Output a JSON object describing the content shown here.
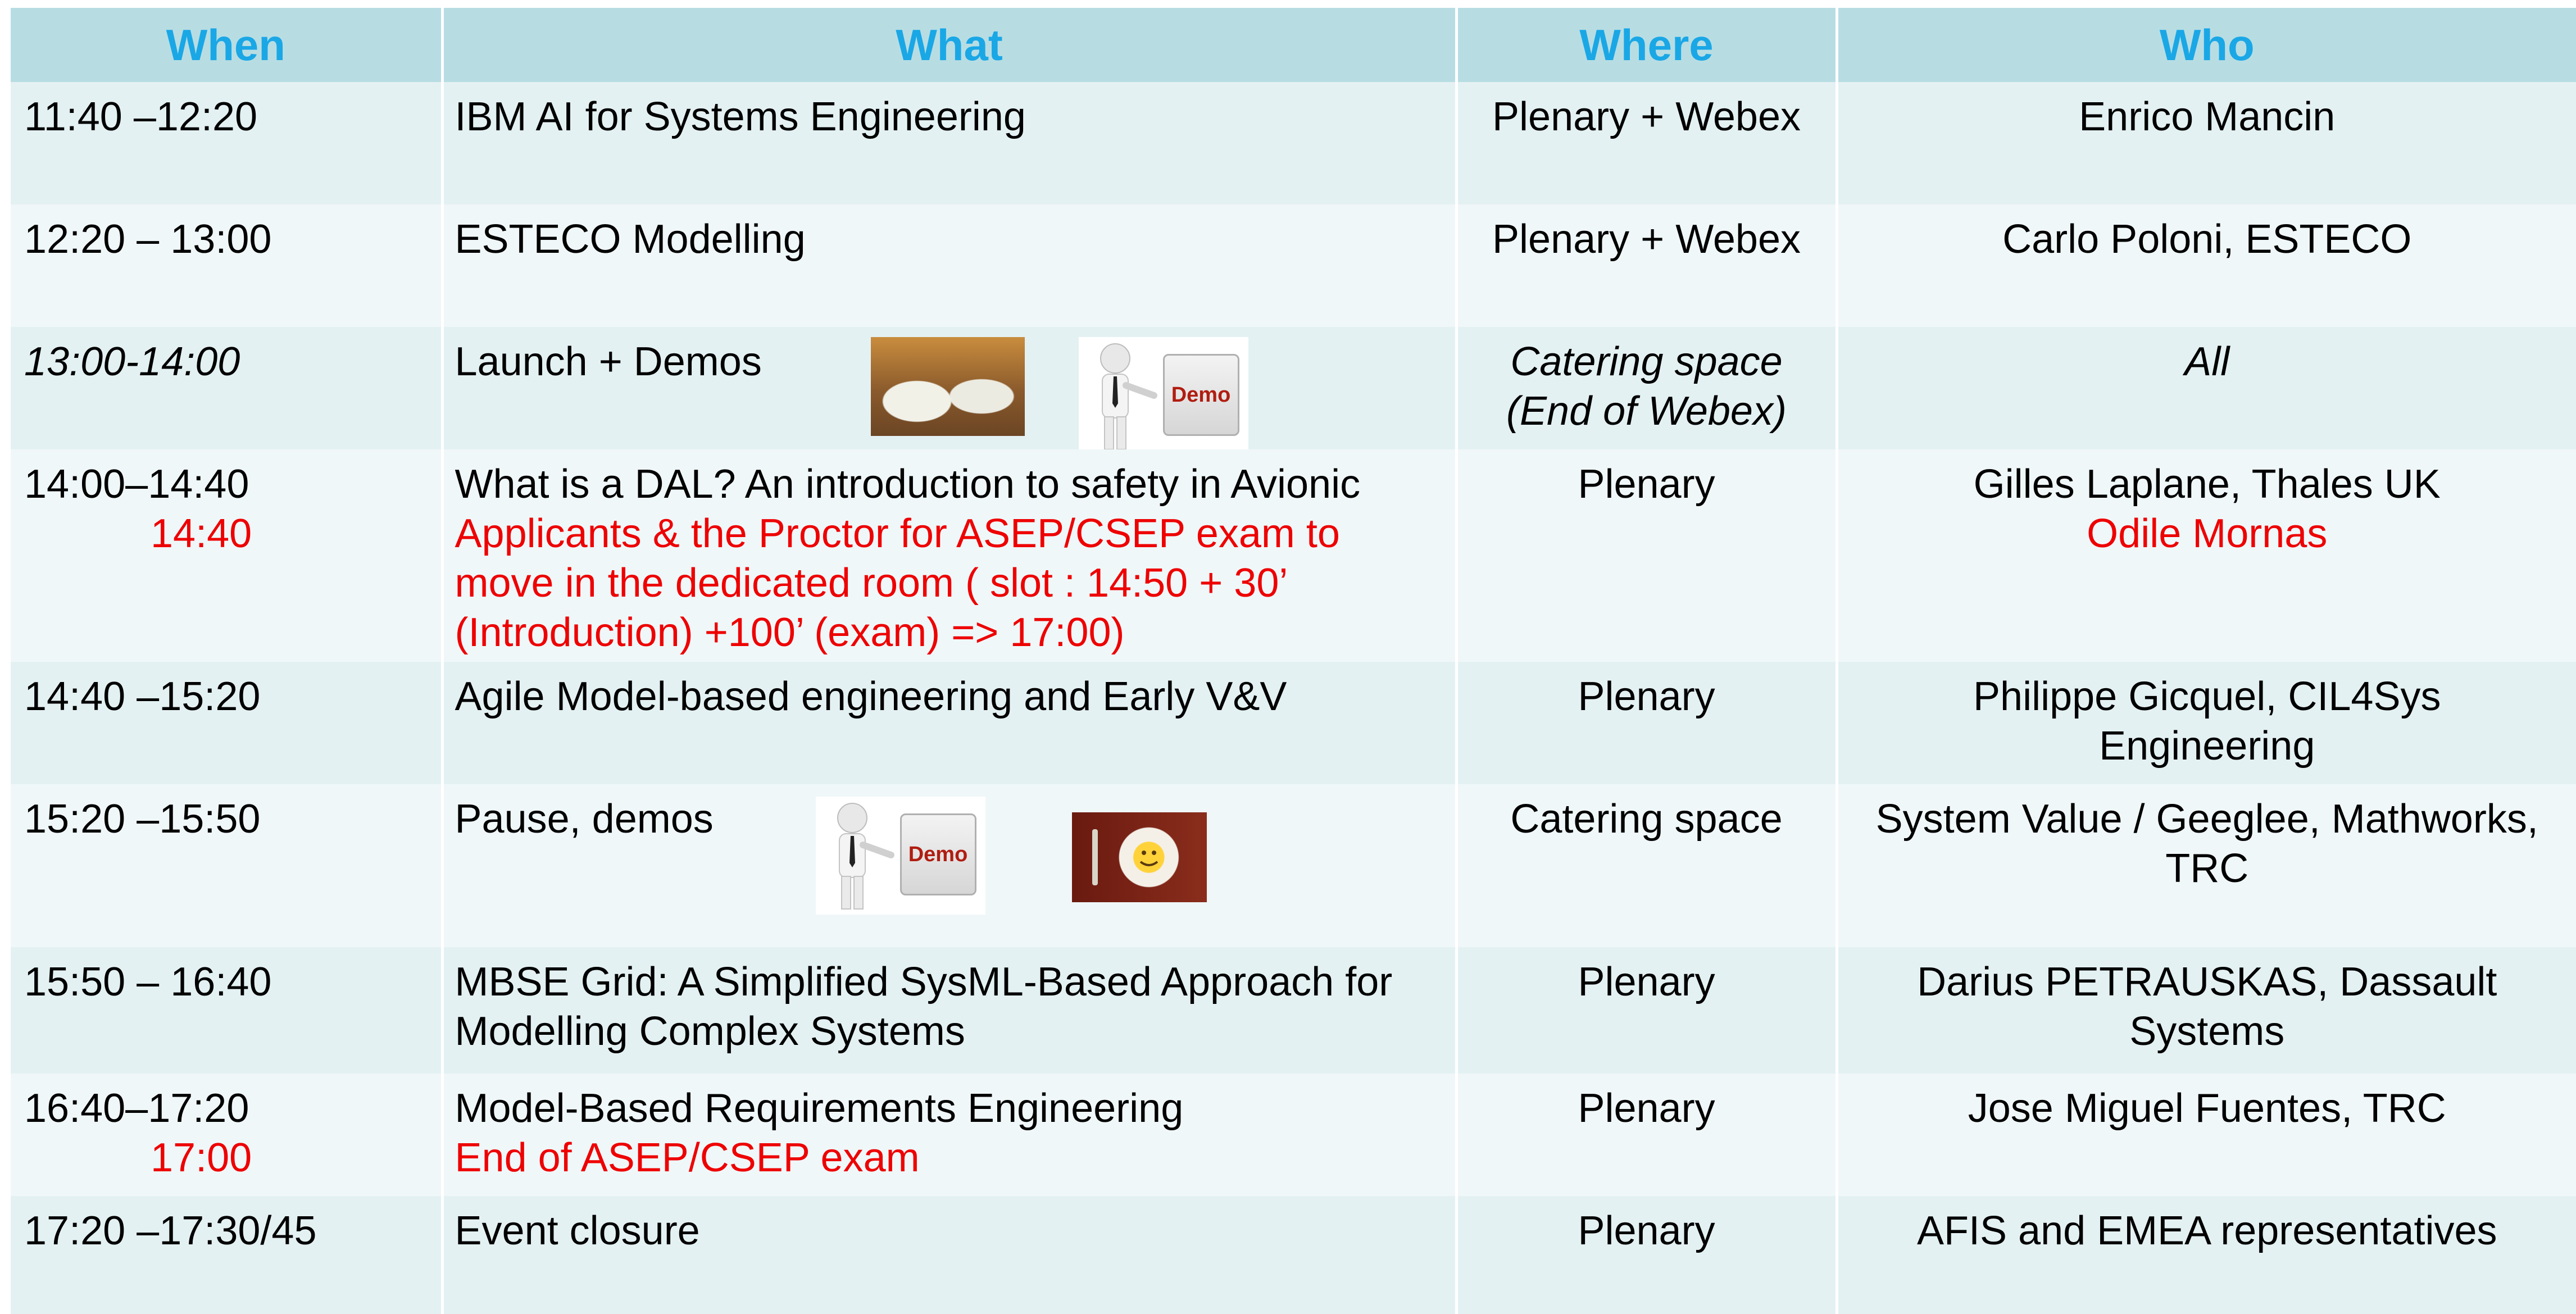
{
  "headers": {
    "when": "When",
    "what": "What",
    "where": "Where",
    "who": "Who"
  },
  "rows": [
    {
      "when": "11:40 –12:20",
      "what": "IBM AI for Systems Engineering",
      "where": "Plenary + Webex",
      "who": "Enrico Mancin"
    },
    {
      "when": "12:20 – 13:00",
      "what": "ESTECO Modelling",
      "where": "Plenary + Webex",
      "who": "Carlo Poloni, ESTECO"
    },
    {
      "when": "13:00-14:00",
      "what": "Launch + Demos",
      "where_line1": "Catering space",
      "where_line2": "(End of Webex)",
      "who": "All",
      "demo_label": "Demo"
    },
    {
      "when": "14:00–14:40",
      "when_sub": "14:40",
      "what": "What is a DAL? An introduction to safety in Avionic",
      "what_red": "Applicants & the Proctor for ASEP/CSEP exam to move in the dedicated room ( slot : 14:50 + 30’ (Introduction) +100’ (exam) => 17:00)",
      "where": "Plenary",
      "who": "Gilles Laplane, Thales UK",
      "who_red": "Odile Mornas"
    },
    {
      "when": "14:40 –15:20",
      "what": "Agile Model-based engineering and Early V&V",
      "where": "Plenary",
      "who": "Philippe Gicquel, CIL4Sys Engineering"
    },
    {
      "when": "15:20 –15:50",
      "what": "Pause, demos",
      "where": "Catering space",
      "who": "System Value / Geeglee, Mathworks, TRC",
      "demo_label": "Demo"
    },
    {
      "when": "15:50 – 16:40",
      "what": "MBSE Grid: A Simplified SysML-Based Approach for Modelling Complex Systems",
      "where": "Plenary",
      "who": "Darius PETRAUSKAS, Dassault Systems"
    },
    {
      "when": "16:40–17:20",
      "when_sub": "17:00",
      "what": "Model-Based Requirements Engineering",
      "what_red": "End of ASEP/CSEP exam",
      "where": "Plenary",
      "who": "Jose Miguel Fuentes, TRC"
    },
    {
      "when": "17:20 –17:30/45",
      "what": "Event closure",
      "where": "Plenary",
      "who": "AFIS and EMEA representatives"
    }
  ],
  "colors": {
    "header_bg": "#b7dde3",
    "header_text": "#1aa7e6",
    "row_a": "#e4f1f3",
    "row_b": "#f0f7f9",
    "highlight": "#ee0000"
  }
}
